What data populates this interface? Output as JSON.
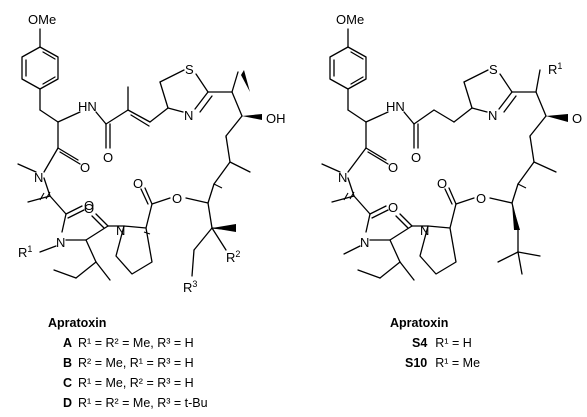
{
  "atoms": {
    "ome": "OMe",
    "nh": "HN",
    "n": "N",
    "o": "O",
    "s": "S",
    "oh": "OH",
    "r1": "R",
    "r2": "R",
    "r3": "R",
    "sup1": "1",
    "sup2": "2",
    "sup3": "3"
  },
  "left": {
    "title": "Apratoxin",
    "rows": [
      {
        "label": "A",
        "text": "R¹ = R² = Me, R³ = H"
      },
      {
        "label": "B",
        "text": "R² = Me, R¹ = R³ = H"
      },
      {
        "label": "C",
        "text": "R¹ = Me, R² = R³ = H"
      },
      {
        "label": "D",
        "text": "R¹ = R² = Me, R³ = t-Bu"
      }
    ]
  },
  "right": {
    "title": "Apratoxin",
    "rows": [
      {
        "label": "S4",
        "text": "R¹ = H"
      },
      {
        "label": "S10",
        "text": "R¹ = Me"
      }
    ]
  }
}
